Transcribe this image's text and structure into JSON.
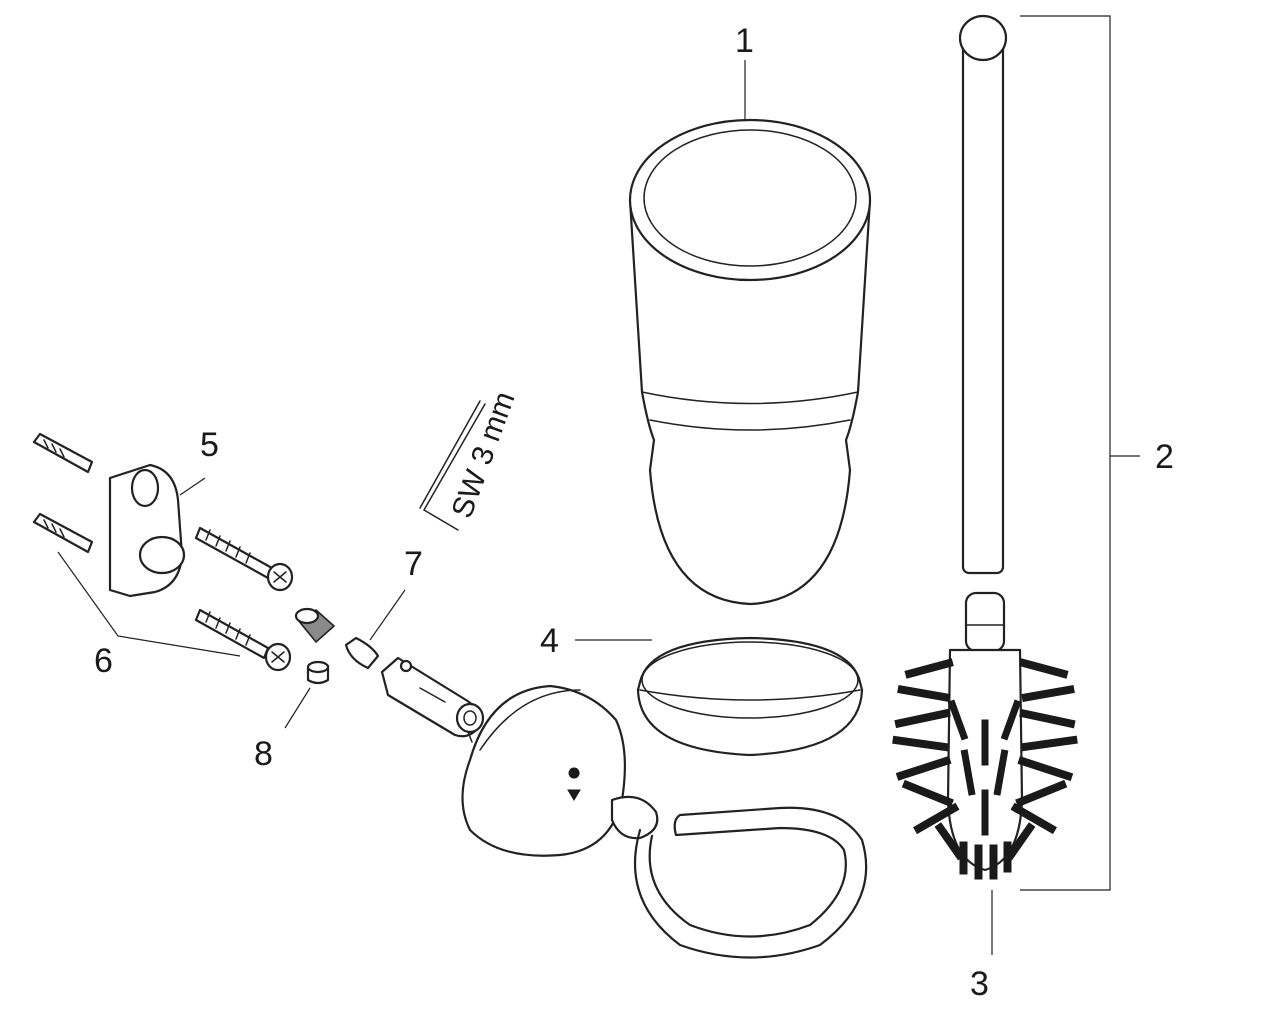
{
  "callouts": [
    {
      "id": "1",
      "label": "1"
    },
    {
      "id": "2",
      "label": "2"
    },
    {
      "id": "3",
      "label": "3"
    },
    {
      "id": "4",
      "label": "4"
    },
    {
      "id": "5",
      "label": "5"
    },
    {
      "id": "6",
      "label": "6"
    },
    {
      "id": "7",
      "label": "7"
    },
    {
      "id": "8",
      "label": "8"
    }
  ],
  "tool_label": "SW 3 mm"
}
